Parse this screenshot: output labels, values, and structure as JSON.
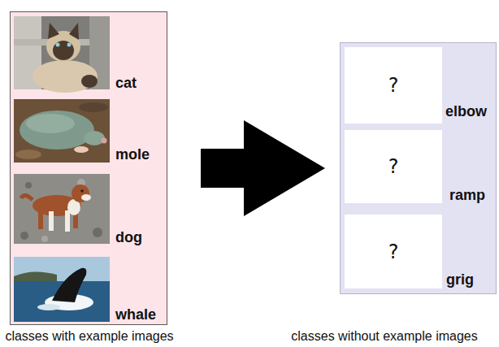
{
  "diagram": {
    "nodes": [
      {
        "text": [
          "cat",
          "mole",
          "dog",
          "whale",
          "classes with example images"
        ]
      },
      {
        "text": [
          "elbow",
          "ramp",
          "grig",
          "classes without example images"
        ]
      },
      {
        "text": [
          "?"
        ],
        "in": 1
      },
      {
        "text": [
          "?"
        ],
        "in": 1
      },
      {
        "text": [
          "?"
        ],
        "in": 1
      }
    ],
    "edges": [
      {
        "from": 0,
        "to": 1,
        "arrow": "to"
      }
    ]
  }
}
